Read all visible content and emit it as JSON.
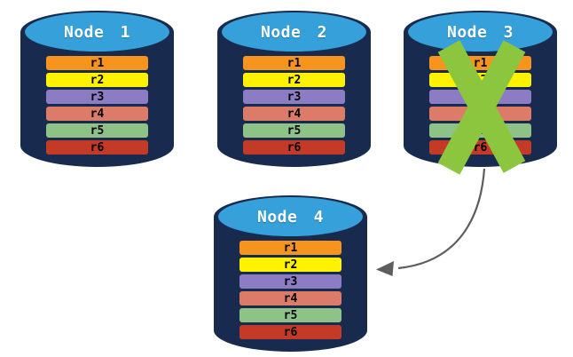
{
  "colors": {
    "background": "#FFFFFF",
    "cylinder_body": "#182A4E",
    "cylinder_top": "#35A0D9",
    "node_label_text": "#FFFFFF",
    "row_label_text": "#000000",
    "failure_cross": "#8CC63E",
    "arrow": "#5E5E5E"
  },
  "replicas": [
    {
      "label": "r1",
      "color": "#F7941D"
    },
    {
      "label": "r2",
      "color": "#FFF200"
    },
    {
      "label": "r3",
      "color": "#8C7CC3"
    },
    {
      "label": "r4",
      "color": "#DC7B68"
    },
    {
      "label": "r5",
      "color": "#8FC287"
    },
    {
      "label": "r6",
      "color": "#C33B26"
    }
  ],
  "nodes": [
    {
      "label": "Node 1",
      "failed": false
    },
    {
      "label": "Node 2",
      "failed": false
    },
    {
      "label": "Node 3",
      "failed": true
    },
    {
      "label": "Node 4",
      "failed": false
    }
  ],
  "annotations": {
    "failure_cross_on": "Node 3",
    "arrow_from": "Node 3",
    "arrow_to": "Node 4"
  }
}
